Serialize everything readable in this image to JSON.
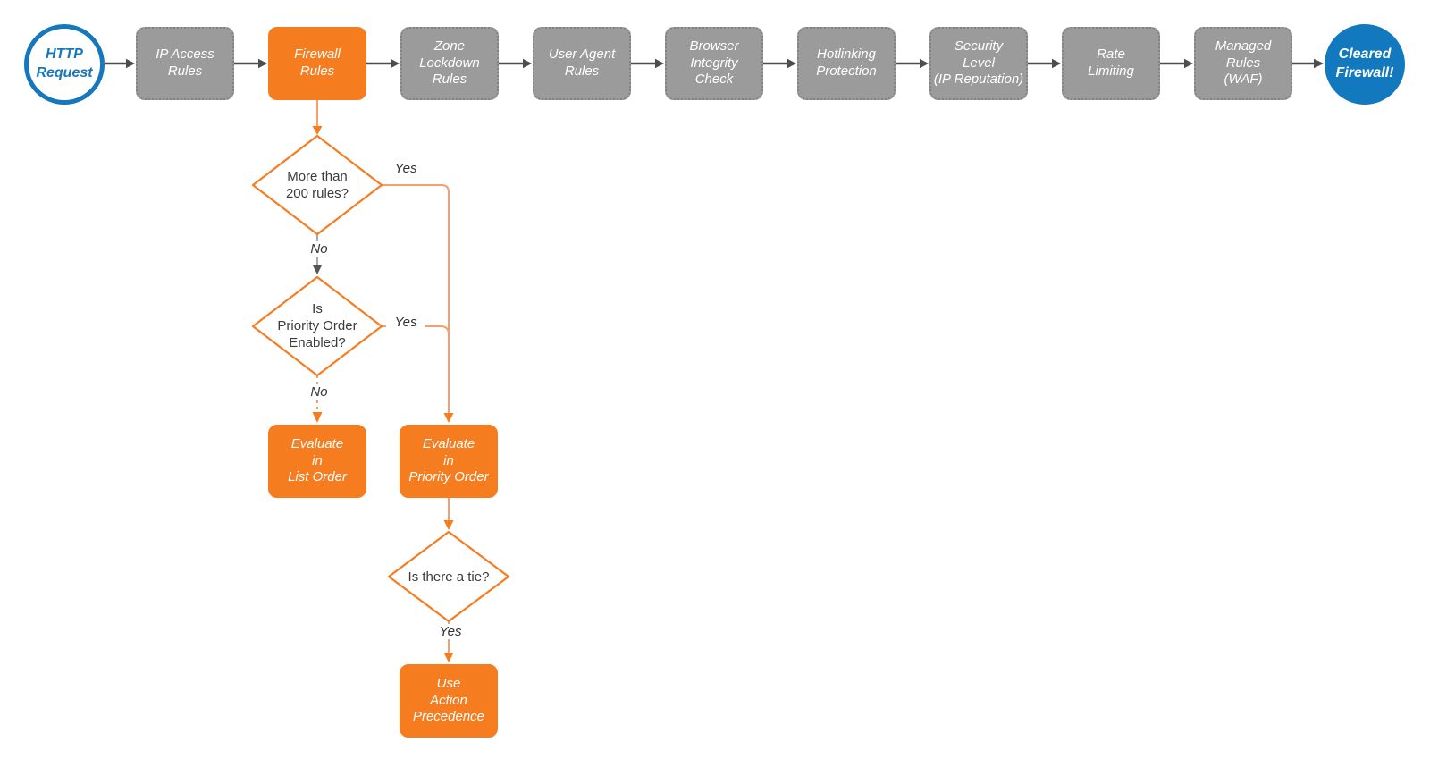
{
  "pipeline": {
    "start": {
      "label": "HTTP\nRequest"
    },
    "steps": [
      {
        "label": "IP Access\nRules",
        "state": "default"
      },
      {
        "label": "Firewall\nRules",
        "state": "active"
      },
      {
        "label": "Zone\nLockdown\nRules",
        "state": "default"
      },
      {
        "label": "User Agent\nRules",
        "state": "default"
      },
      {
        "label": "Browser\nIntegrity\nCheck",
        "state": "default"
      },
      {
        "label": "Hotlinking\nProtection",
        "state": "default"
      },
      {
        "label": "Security\nLevel\n(IP Reputation)",
        "state": "default"
      },
      {
        "label": "Rate\nLimiting",
        "state": "default"
      },
      {
        "label": "Managed\nRules\n(WAF)",
        "state": "default"
      }
    ],
    "end": {
      "label": "Cleared\nFirewall!"
    }
  },
  "firewall_branch": {
    "decision_rule_count": {
      "label": "More than\n200 rules?",
      "yes": "Yes",
      "no": "No"
    },
    "decision_priority_order": {
      "label": "Is\nPriority Order\nEnabled?",
      "yes": "Yes",
      "no": "No"
    },
    "action_list_order": {
      "label": "Evaluate\nin\nList Order"
    },
    "action_priority_order": {
      "label": "Evaluate\nin\nPriority Order"
    },
    "decision_tie": {
      "label": "Is there a tie?",
      "yes": "Yes"
    },
    "action_precedence": {
      "label": "Use\nAction\nPrecedence"
    }
  },
  "colors": {
    "accent_orange": "#F57C1F",
    "orange_connector": "#F5A06C",
    "gray_node": "#9B9B9B",
    "blue": "#1577BD",
    "arrow_dark": "#4D4D4D",
    "text_dark": "#3B3B3B"
  }
}
